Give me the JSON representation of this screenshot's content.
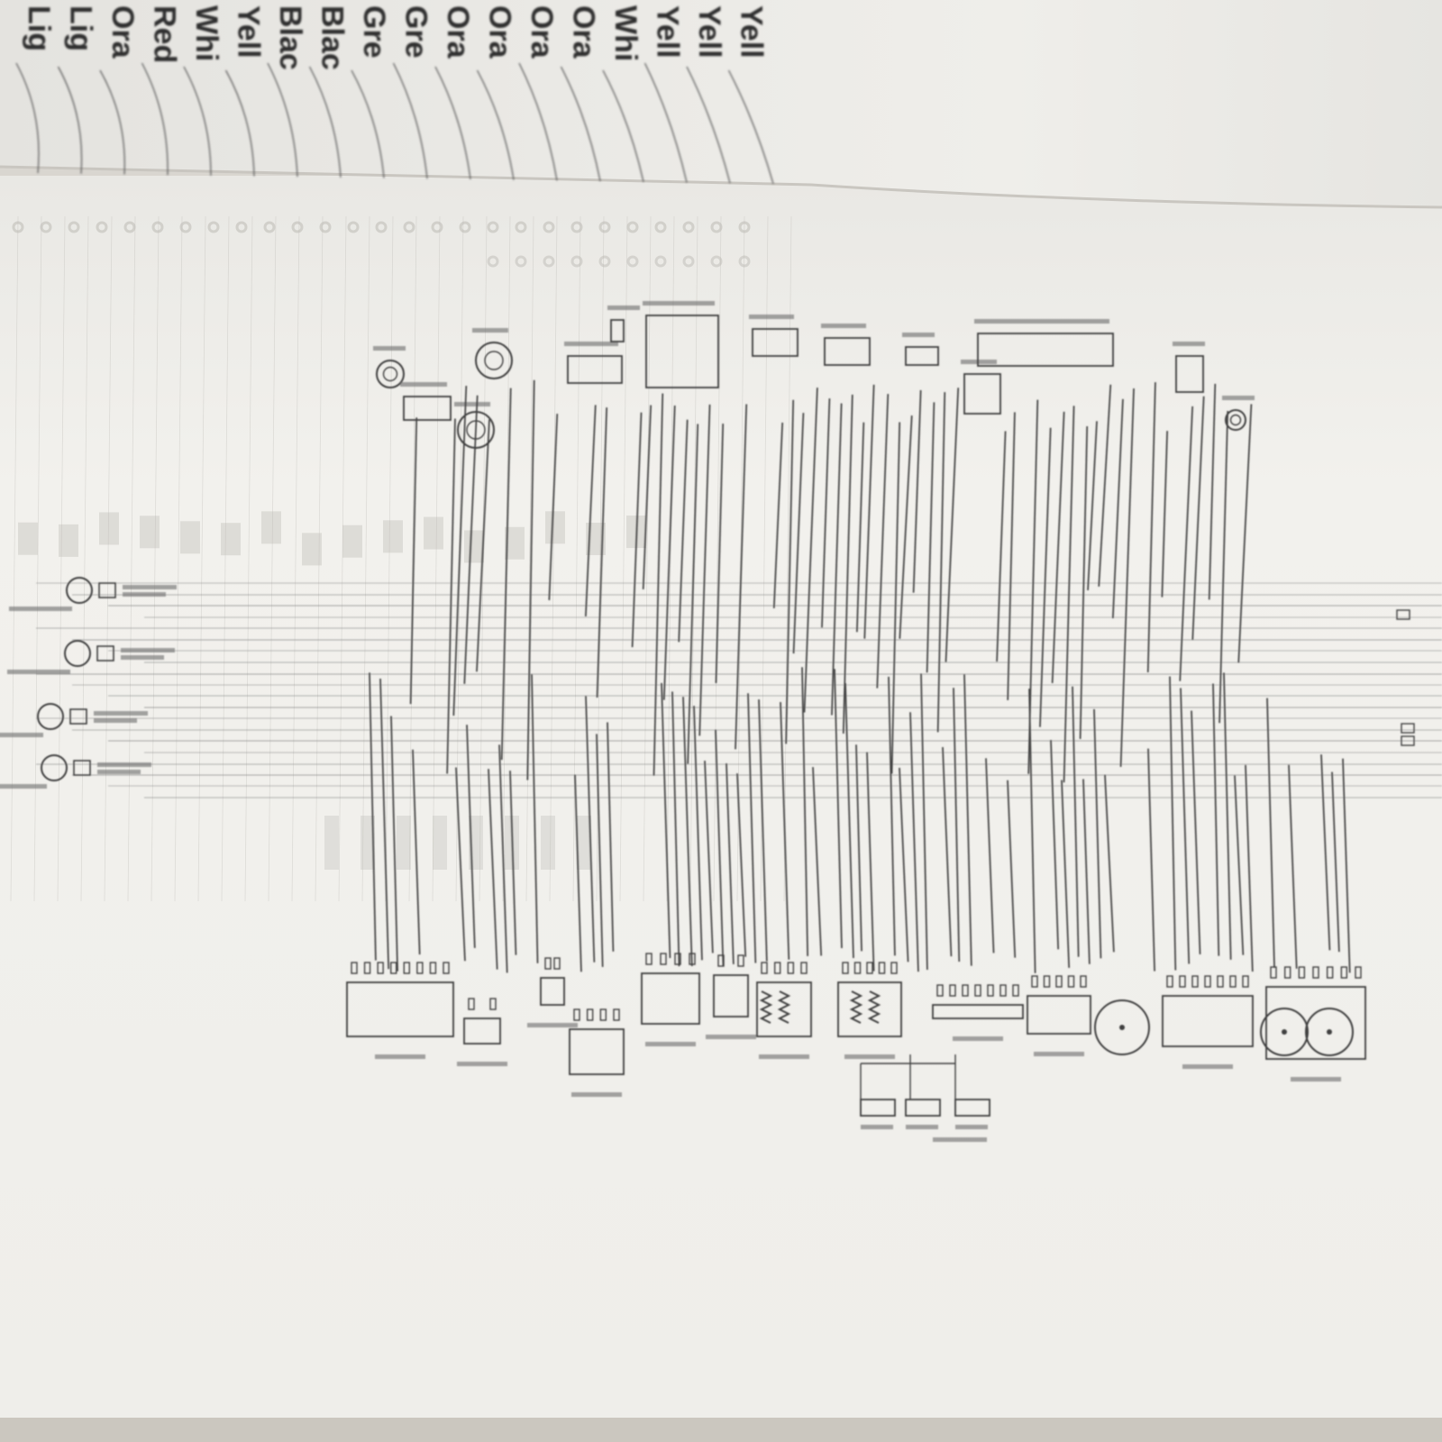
{
  "photo": {
    "subject": "",
    "colors": {
      "backdrop": "#d9d6d0",
      "upper_page": "#ecebe8",
      "lower_page": "#f1f0ec",
      "ink": "#3f3f3f",
      "faint_ink": "#b7b5b0"
    }
  },
  "color_legend": {
    "entries": [
      "Lig",
      "Lig",
      "Ora",
      "Red",
      "Whi",
      "Yell",
      "Blac",
      "Blac",
      "Gre",
      "Gre",
      "Ora",
      "Ora",
      "Ora",
      "Ora",
      "Whi",
      "Yell",
      "Yell",
      "Yell"
    ]
  },
  "wiring_diagram": {
    "component_labels": [],
    "connector_labels": []
  }
}
